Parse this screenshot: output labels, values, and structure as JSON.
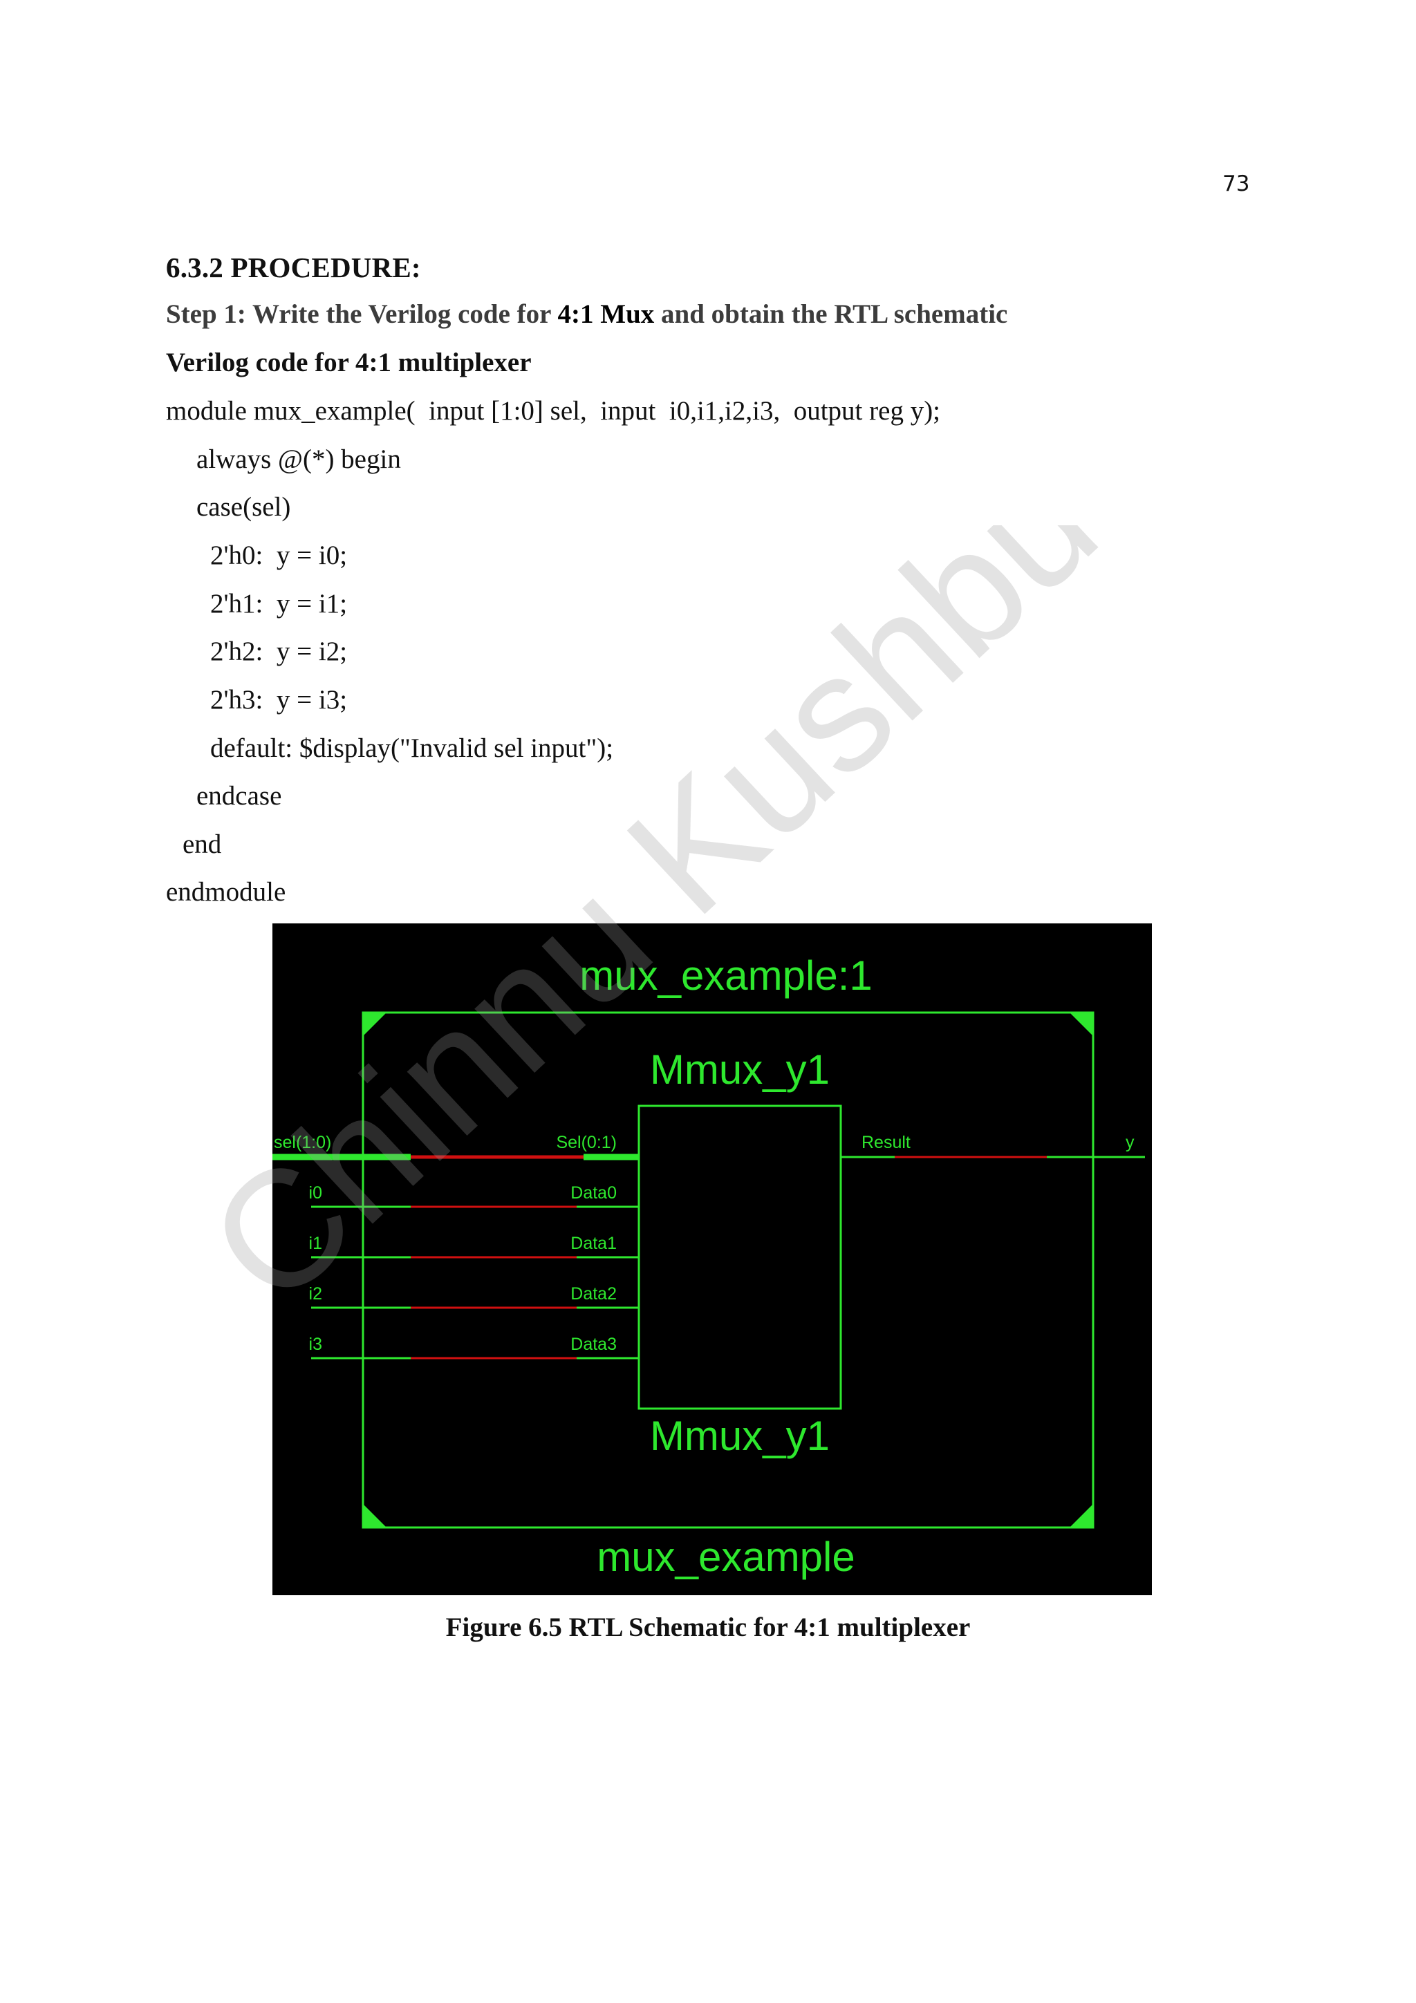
{
  "page_number": "73",
  "section_heading": "6.3.2 PROCEDURE:",
  "step": {
    "prefix": "Step 1: Write the Verilog code for ",
    "emphasis": "4:1 Mux",
    "suffix": " and obtain the RTL schematic"
  },
  "code_title": "Verilog code for 4:1 multiplexer",
  "code_lines": [
    "module mux_example(  input [1:0] sel,  input  i0,i1,i2,i3,  output reg y);",
    "always @(*) begin",
    "case(sel)",
    "2'h0:  y = i0;",
    "2'h1:  y = i1;",
    "2'h2:  y = i2;",
    "2'h3:  y = i3;",
    "default: $display(\"Invalid sel input\");",
    "endcase",
    "end",
    "endmodule"
  ],
  "watermark": "Chinnu Kushbu S",
  "schematic": {
    "colors": {
      "background": "#000000",
      "wire": "#2ee82e",
      "active_wire": "#d01010",
      "text": "#2ee82e"
    },
    "top_label": "mux_example:1",
    "bottom_label": "mux_example",
    "block_top_label": "Mmux_y1",
    "block_bottom_label": "Mmux_y1",
    "inputs": [
      "sel(1:0)",
      "i0",
      "i1",
      "i2",
      "i3"
    ],
    "ports": [
      "Sel(0:1)",
      "Data0",
      "Data1",
      "Data2",
      "Data3"
    ],
    "result_port": "Result",
    "output": "y"
  },
  "caption": "Figure 6.5 RTL Schematic for 4:1 multiplexer"
}
